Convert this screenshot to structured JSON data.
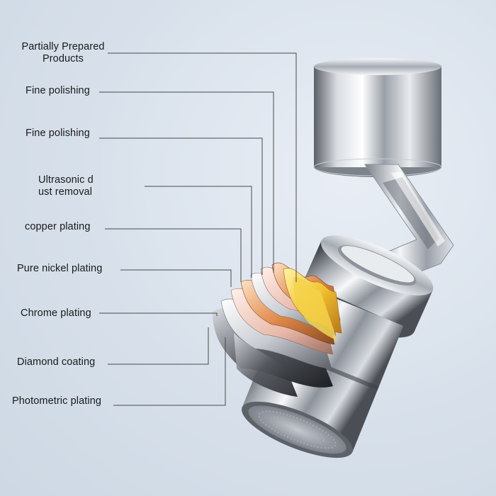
{
  "labels": [
    {
      "id": "partially-prepared",
      "lines": [
        "Partially Prepared",
        "Products"
      ]
    },
    {
      "id": "fine-polishing-1",
      "lines": [
        "Fine polishing"
      ]
    },
    {
      "id": "fine-polishing-2",
      "lines": [
        "Fine polishing"
      ]
    },
    {
      "id": "ultrasonic-dust-removal",
      "lines": [
        "Ultrasonic d",
        "ust removal"
      ]
    },
    {
      "id": "copper-plating",
      "lines": [
        "copper plating"
      ]
    },
    {
      "id": "pure-nickel-plating",
      "lines": [
        "Pure nickel plating"
      ]
    },
    {
      "id": "chrome-plating",
      "lines": [
        "Chrome plating"
      ]
    },
    {
      "id": "diamond-coating",
      "lines": [
        "Diamond coating"
      ]
    },
    {
      "id": "photometric-plating",
      "lines": [
        "Photometric plating"
      ]
    }
  ],
  "colors": {
    "background": "#d7e0ea",
    "leader_line": "#4a4a4a",
    "text": "#1a1a1a",
    "chrome_light": "#f4f6f8",
    "chrome_dark": "#3a3d42",
    "layer_gold": "#f2c230",
    "layer_copper": "#e08a4a"
  }
}
